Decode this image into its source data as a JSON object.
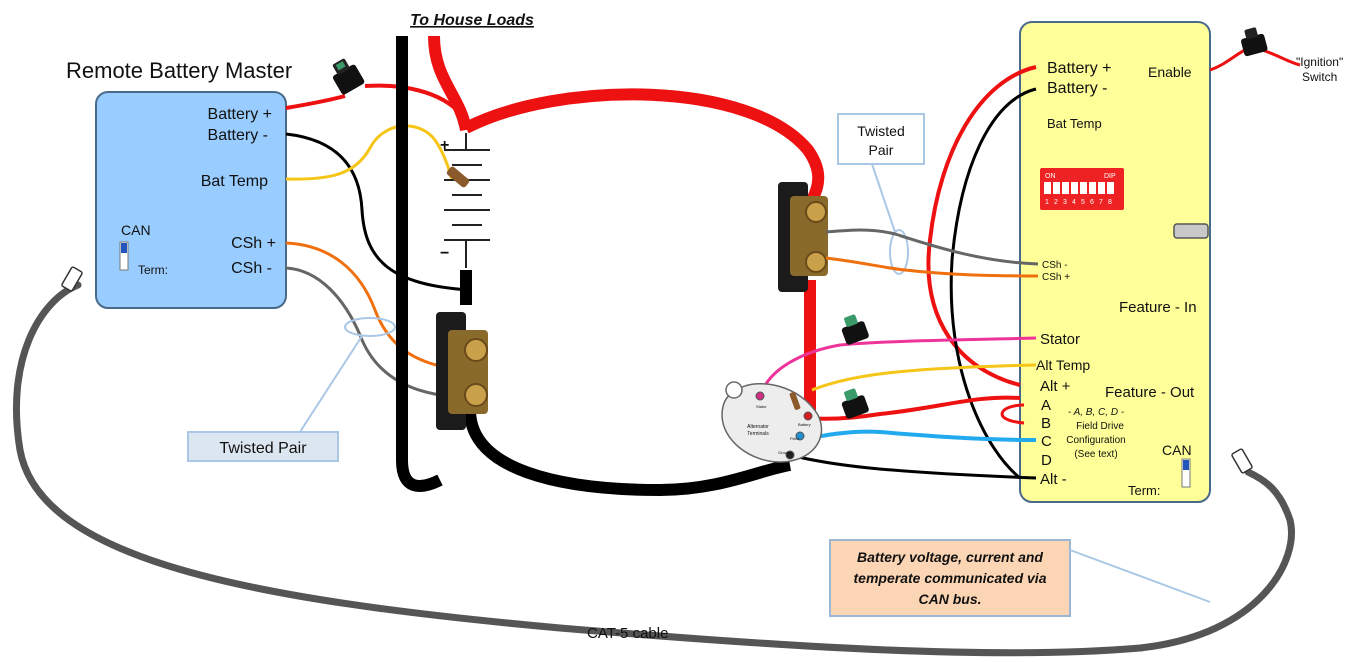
{
  "title": "To House Loads",
  "remote_master": {
    "title": "Remote Battery Master",
    "battery_pos": "Battery +",
    "battery_neg": "Battery -",
    "bat_temp": "Bat Temp",
    "can": "CAN",
    "term": "Term:",
    "csh_pos": "CSh +",
    "csh_neg": "CSh -"
  },
  "regulator": {
    "battery_pos": "Battery +",
    "battery_neg": "Battery -",
    "enable": "Enable",
    "bat_temp": "Bat Temp",
    "dip_on": "ON",
    "dip_dip": "DIP",
    "dip_numbers": [
      "1",
      "2",
      "3",
      "4",
      "5",
      "6",
      "7",
      "8"
    ],
    "csh_neg": "CSh -",
    "csh_pos": "CSh +",
    "feature_in": "Feature - In",
    "stator": "Stator",
    "alt_temp": "Alt Temp",
    "alt_pos": "Alt +",
    "feature_out": "Feature - Out",
    "a": "A",
    "b": "B",
    "c": "C",
    "d": "D",
    "alt_neg": "Alt -",
    "field_lines": [
      "- A, B, C, D -",
      "Field Drive",
      "Configuration",
      "(See text)"
    ],
    "can": "CAN",
    "term": "Term:"
  },
  "ignition": [
    "\"Ignition\"",
    "Switch"
  ],
  "twisted_pair_top": [
    "Twisted",
    "Pair"
  ],
  "twisted_pair_bottom": "Twisted Pair",
  "battery_symbols": {
    "plus": "+",
    "minus": "−"
  },
  "alternator": {
    "label": [
      "Alternator",
      "Terminals"
    ],
    "stator": "Stator",
    "battery": "Battery",
    "field": "Field",
    "ground": "Ground"
  },
  "note": [
    "Battery voltage, current and",
    "temperate communicated via",
    "CAN bus."
  ],
  "cable": "CAT-5 cable",
  "colors": {
    "remote_box": "#99ccff",
    "regulator_box": "#ffff99",
    "box_border": "#4a6a8a",
    "note_box": "#fcd5b4",
    "callout_box": "#dce6f1",
    "wire_red": "#ee1111",
    "wire_black": "#000000",
    "wire_yellow": "#f5c518",
    "wire_orange": "#f07010",
    "wire_gray": "#666666",
    "wire_pink": "#ee3399",
    "wire_blue": "#22aaee",
    "cat5": "#555555",
    "dip_red": "#ee2222"
  }
}
